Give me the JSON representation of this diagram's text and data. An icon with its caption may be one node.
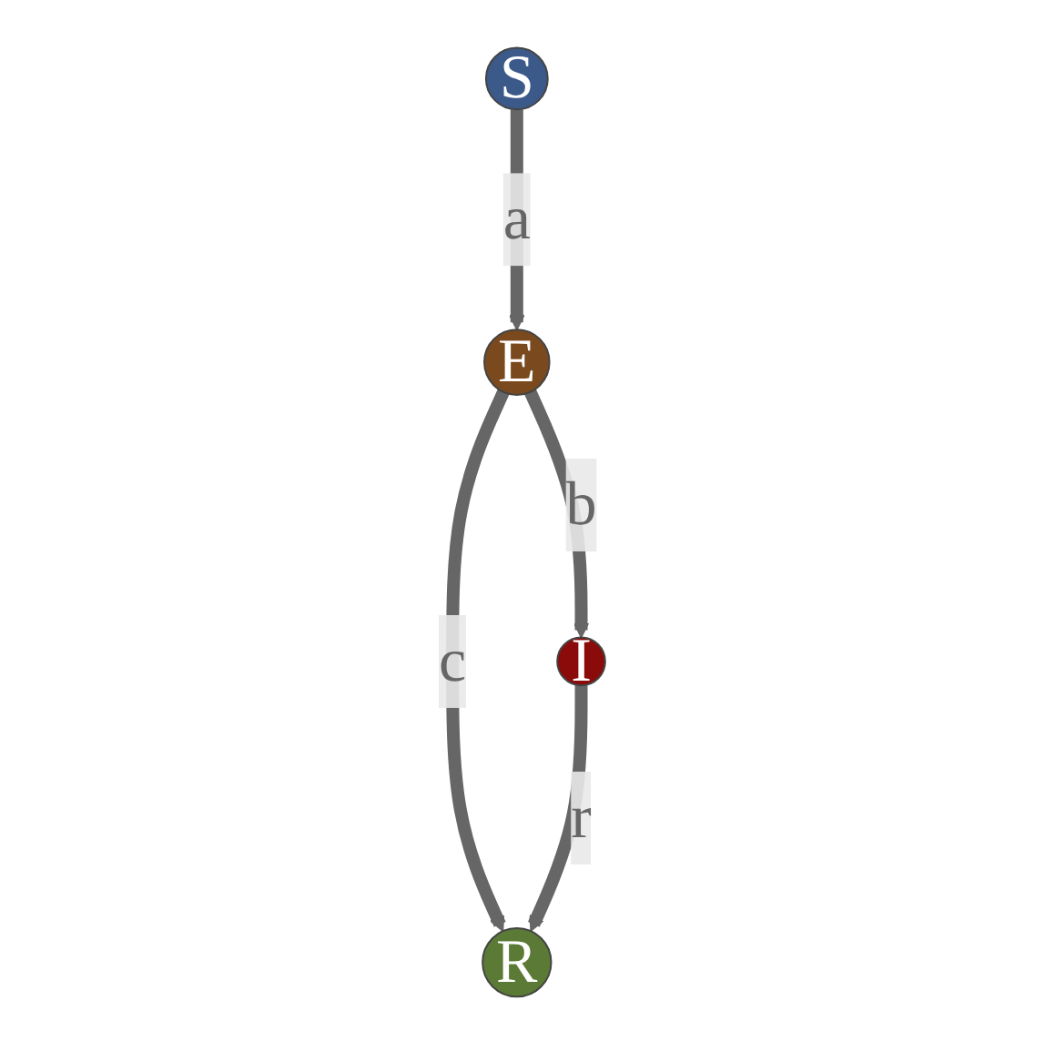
{
  "diagram": {
    "nodes": [
      {
        "text": [
          "E"
        ]
      },
      {
        "text": [
          "S"
        ]
      },
      {
        "text": [
          "I"
        ]
      },
      {
        "text": [
          "R"
        ]
      }
    ],
    "edges": [
      {
        "from": 1,
        "to": 0,
        "arrow": "to",
        "label": "a"
      },
      {
        "from": 0,
        "to": 2,
        "arrow": "to",
        "label": "b"
      },
      {
        "from": 0,
        "to": 3,
        "arrow": "to",
        "label": "c"
      },
      {
        "from": 2,
        "to": 3,
        "arrow": "to",
        "label": "r"
      }
    ]
  }
}
